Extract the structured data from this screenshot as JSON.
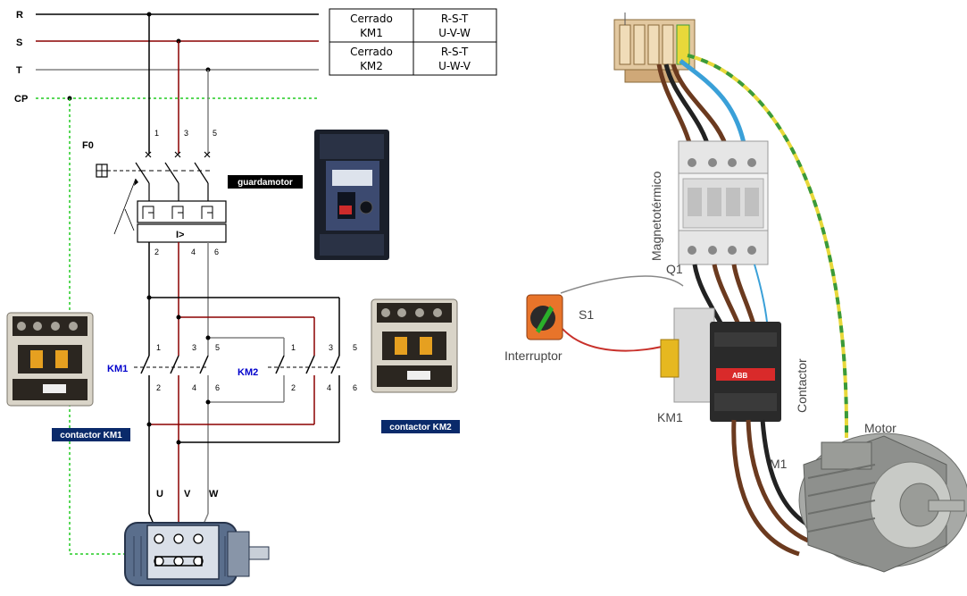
{
  "schematic": {
    "lines": {
      "r": "R",
      "s": "S",
      "t": "T",
      "cp": "CP"
    },
    "breaker": {
      "id": "F0",
      "top_terms": [
        "1",
        "3",
        "5"
      ],
      "bottom_terms": [
        "2",
        "4",
        "6"
      ],
      "trip": "I>"
    },
    "guardamotor_label": "guardamotor",
    "km1": {
      "id": "KM1",
      "top_terms": [
        "1",
        "3",
        "5"
      ],
      "bottom_terms": [
        "2",
        "4",
        "6"
      ]
    },
    "km2": {
      "id": "KM2",
      "top_terms": [
        "1",
        "3",
        "5"
      ],
      "bottom_terms": [
        "2",
        "4",
        "6"
      ]
    },
    "motor_terms": [
      "U",
      "V",
      "W"
    ],
    "contactor_km1_label": "contactor KM1",
    "contactor_km2_label": "contactor KM2",
    "colors": {
      "r": "#000000",
      "s": "#8b0000",
      "t": "#808080",
      "cp": "#22cc22",
      "label_blue": "#0000cc",
      "badge": "#0a2a6a"
    }
  },
  "table": {
    "rows": [
      {
        "state": "Cerrado KM1",
        "s1": "Cerrado",
        "s2": "KM1",
        "p1": "R-S-T",
        "p2": "U-V-W"
      },
      {
        "state": "Cerrado KM2",
        "s1": "Cerrado",
        "s2": "KM2",
        "p1": "R-S-T",
        "p2": "U-W-V"
      }
    ]
  },
  "illustration": {
    "magnetotermico": "Magnetotérmico",
    "q1": "Q1",
    "s1": "S1",
    "interruptor": "Interruptor",
    "contactor": "Contactor",
    "km1": "KM1",
    "m1": "M1",
    "motor": "Motor",
    "abb": "ABB",
    "colors": {
      "brown": "#6b3a1f",
      "black": "#222222",
      "blue": "#3aa0d8",
      "earth_yellow": "#e8d83a",
      "earth_green": "#3a9a3a",
      "red": "#c8302a"
    }
  }
}
